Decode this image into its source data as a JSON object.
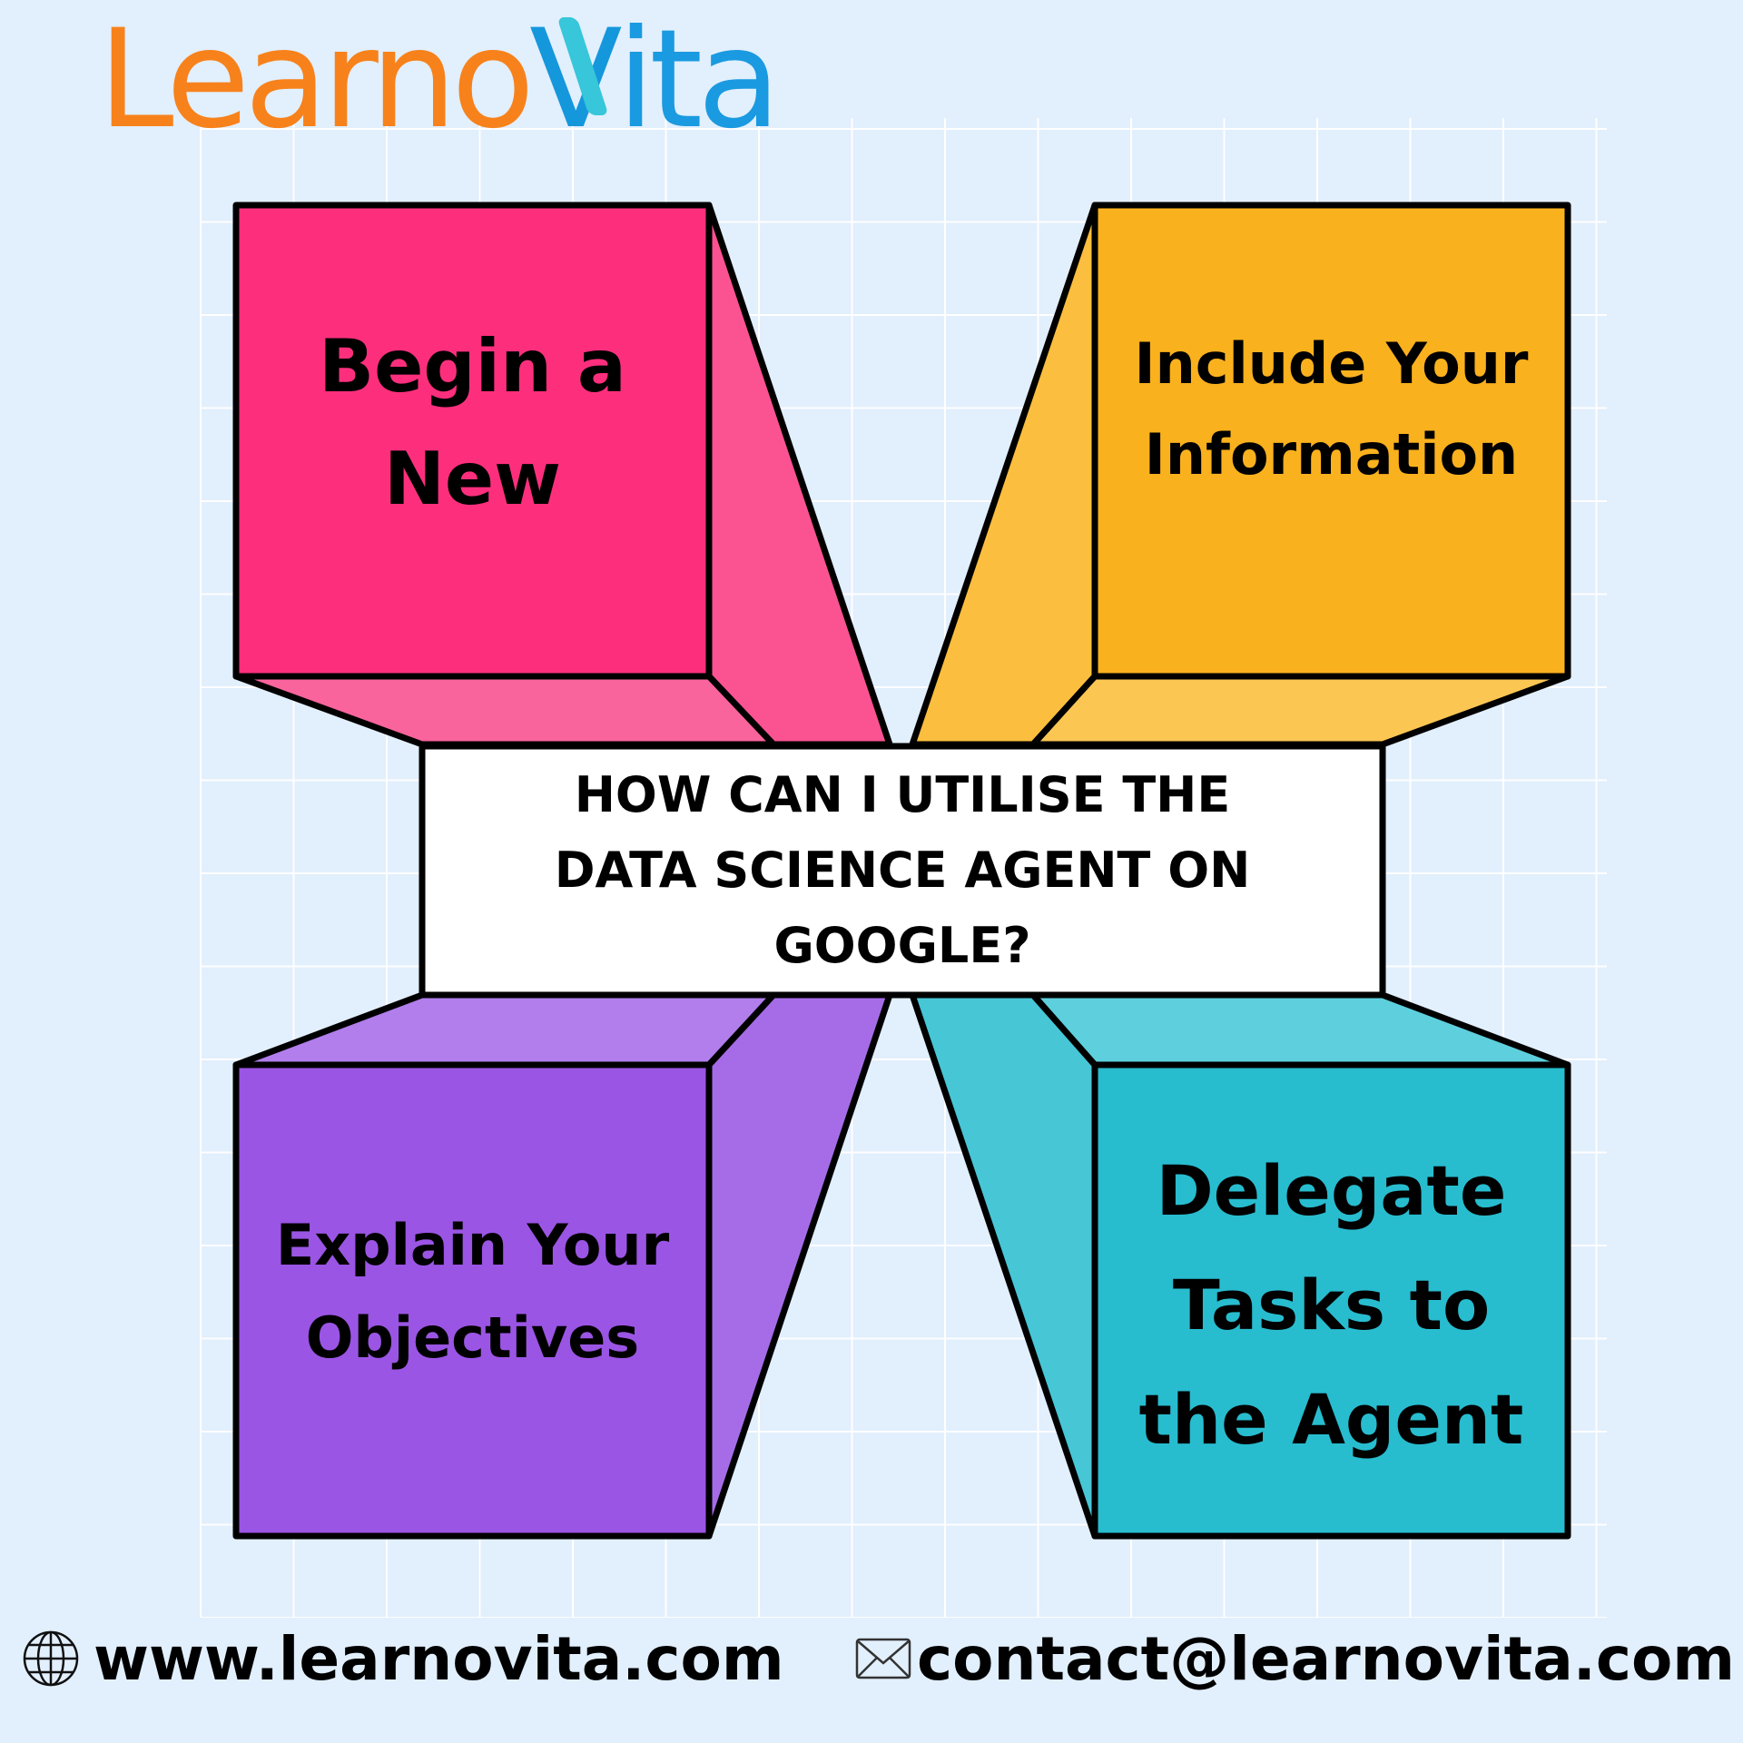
{
  "brand": {
    "logo_part1": "Learno",
    "logo_part2": "V",
    "logo_part3": "ita",
    "colors": {
      "orange": "#f7821b",
      "blue": "#1a9ae0",
      "cyan": "#37c6da",
      "background": "#e2effd"
    }
  },
  "center": {
    "lines": [
      "HOW CAN I UTILISE THE",
      "DATA SCIENCE AGENT ON",
      "GOOGLE?"
    ]
  },
  "steps": [
    {
      "id": "top-left",
      "lines": [
        "Begin a",
        "New"
      ],
      "color": "#fd2f7d",
      "side_color": "#fb5392",
      "bottom_color": "#fa649d"
    },
    {
      "id": "top-right",
      "lines": [
        "Include Your",
        "Information"
      ],
      "color": "#fab11e",
      "side_color": "#fbbe3e",
      "bottom_color": "#fcc653"
    },
    {
      "id": "bottom-left",
      "lines": [
        "Explain Your",
        "Objectives"
      ],
      "color": "#9b55e4",
      "side_color": "#a66ce8",
      "bottom_color": "#b17eec"
    },
    {
      "id": "bottom-right",
      "lines": [
        "Delegate",
        "Tasks to",
        "the Agent"
      ],
      "color": "#28bccf",
      "side_color": "#47c6d6",
      "bottom_color": "#5ecfdd"
    }
  ],
  "footer": {
    "website_icon": "globe-icon",
    "website": "www.learnovita.com",
    "email_icon": "envelope-icon",
    "email": "contact@learnovita.com"
  }
}
